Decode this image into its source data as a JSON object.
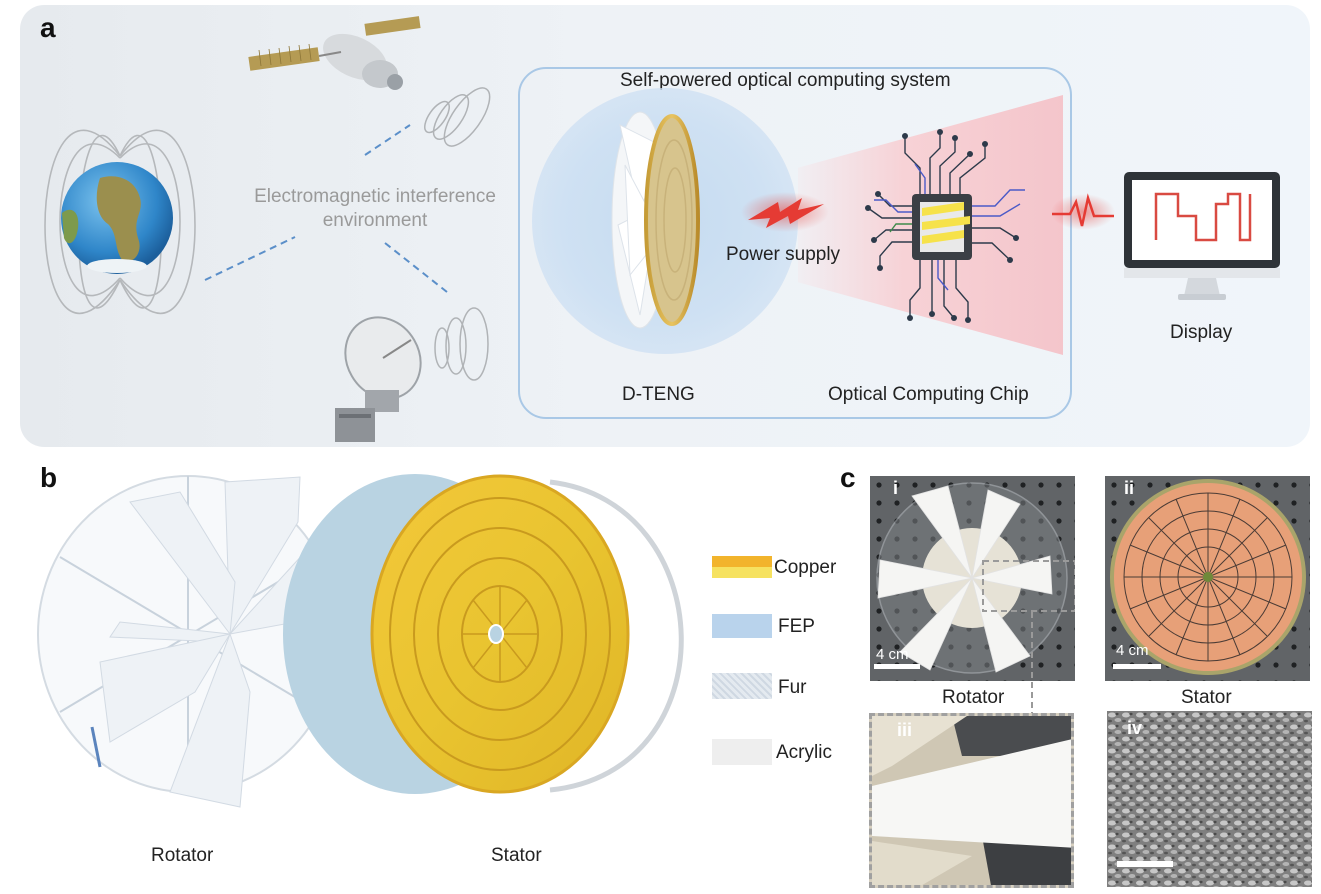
{
  "panel_a": {
    "letter": "a",
    "emi_line1": "Electromagnetic interference",
    "emi_line2": "environment",
    "system_title": "Self-powered optical computing system",
    "power_supply": "Power supply",
    "dteng": "D-TENG",
    "chip": "Optical Computing Chip",
    "display": "Display"
  },
  "panel_b": {
    "letter": "b",
    "rotator": "Rotator",
    "stator": "Stator",
    "legend": [
      {
        "label": "Copper",
        "color": "#f2b42c"
      },
      {
        "label": "FEP",
        "color": "#b9d3ec"
      },
      {
        "label": "Fur",
        "color": "#dfe6ee"
      },
      {
        "label": "Acrylic",
        "color": "#eeeeee"
      }
    ]
  },
  "panel_c": {
    "letter": "c",
    "i": "i",
    "ii": "ii",
    "iii": "iii",
    "iv": "iv",
    "scale_i": "4 cm",
    "scale_ii": "4 cm",
    "rotator": "Rotator",
    "stator": "Stator"
  },
  "colors": {
    "panel_bg": "#edf1f5",
    "system_box": "#a9c8e6",
    "signal_red": "#e53b34",
    "copper": "#e7a078"
  }
}
